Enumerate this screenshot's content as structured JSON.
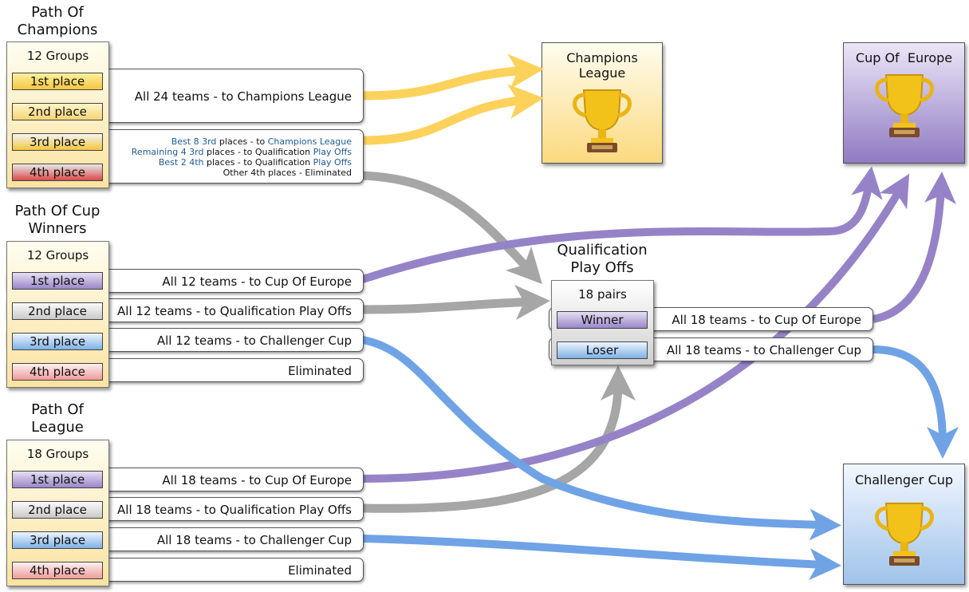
{
  "paths": {
    "champions": {
      "title": "Path Of\nChampions",
      "groups": "12 Groups",
      "places": [
        "1st place",
        "2nd place",
        "3rd place",
        "4th place"
      ],
      "row1": "All 24 teams - to Champions League",
      "row2": {
        "l1a": "Best 8 3rd",
        "l1b": " places - to ",
        "l1c": "Champions League",
        "l2a": "Remaining 4 3rd",
        "l2b": " places - to Qualification ",
        "l2c": "Play Offs",
        "l3a": "Best 2 4th",
        "l3b": " places - to Qualification ",
        "l3c": "Play Offs",
        "l4": "Other 4th places - Eliminated"
      }
    },
    "cupwinners": {
      "title": "Path Of Cup\nWinners",
      "groups": "12 Groups",
      "places": [
        "1st place",
        "2nd place",
        "3rd place",
        "4th place"
      ],
      "rows": [
        "All 12 teams - to Cup Of Europe",
        "All 12 teams - to Qualification Play Offs",
        "All 12 teams - to Challenger Cup",
        "Eliminated"
      ]
    },
    "league": {
      "title": "Path Of\nLeague",
      "groups": "18 Groups",
      "places": [
        "1st place",
        "2nd place",
        "3rd place",
        "4th place"
      ],
      "rows": [
        "All 18 teams - to Cup Of Europe",
        "All 18 teams - to Qualification Play Offs",
        "All 18 teams - to Challenger Cup",
        "Eliminated"
      ]
    }
  },
  "playoffs": {
    "title": "Qualification\nPlay Offs",
    "pairs": "18 pairs",
    "winner": "Winner",
    "loser": "Loser",
    "winner_row": "All 18 teams - to Cup Of Europe",
    "loser_row": "All 18 teams - to Challenger Cup"
  },
  "trophies": {
    "champions_league": "Champions\nLeague",
    "cup_of_europe": "Cup Of  Europe",
    "challenger_cup": "Challenger Cup"
  },
  "colors": {
    "yellow_arrow": "#fcd25c",
    "grey_arrow": "#a6a6a6",
    "purple_arrow": "#9683c7",
    "blue_arrow": "#6fa3e6"
  }
}
